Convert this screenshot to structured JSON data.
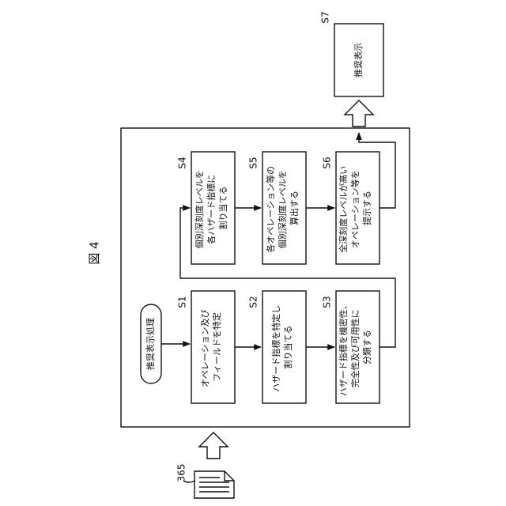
{
  "figure": {
    "label": "図 4"
  },
  "start": {
    "label": "推奨表示処理"
  },
  "steps": [
    {
      "id": "S1",
      "lines": [
        "オペレーション及び",
        "フィールドを特定"
      ]
    },
    {
      "id": "S2",
      "lines": [
        "ハザード指標を特定し",
        "割り当てる"
      ]
    },
    {
      "id": "S3",
      "lines": [
        "ハザード指標を機密性、",
        "完全性及び可用性に",
        "分類する"
      ]
    },
    {
      "id": "S4",
      "lines": [
        "個別深刻度レベルを",
        "各ハザード指標に",
        "割り当てる"
      ]
    },
    {
      "id": "S5",
      "lines": [
        "各オペレーション等の",
        "個別深刻度レベルを",
        "算出する"
      ]
    },
    {
      "id": "S6",
      "lines": [
        "全深刻度レベルが高い",
        "オペレーション等を",
        "提示する"
      ]
    },
    {
      "id": "S7",
      "lines": [
        "推奨表示"
      ]
    }
  ],
  "document": {
    "ref": "365"
  }
}
